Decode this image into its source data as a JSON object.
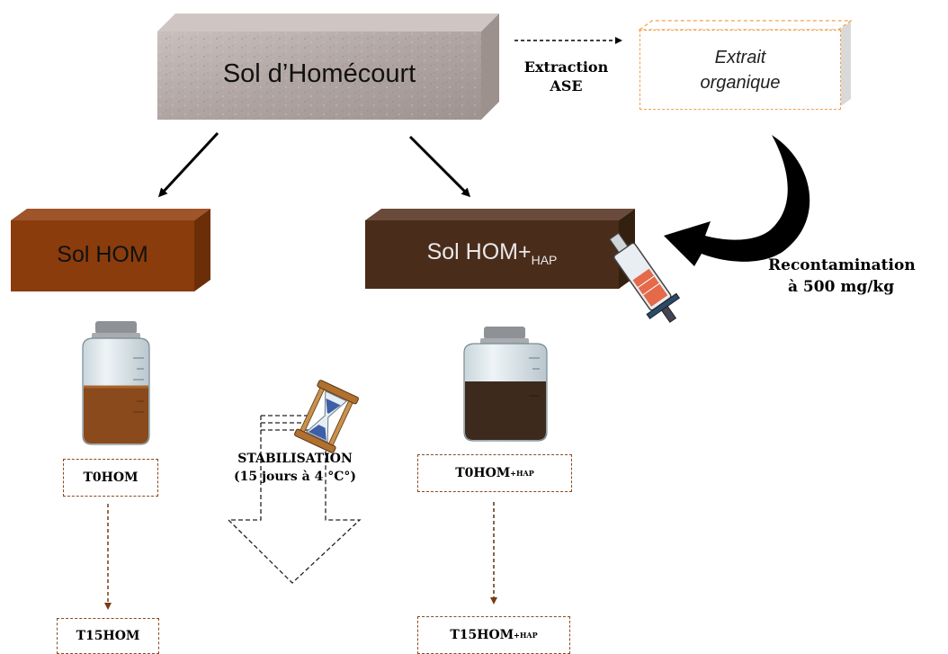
{
  "soil_source": {
    "label": "Sol d’Homécourt"
  },
  "extraction": {
    "line1": "Extraction",
    "line2": "ASE"
  },
  "extract": {
    "line1": "Extrait",
    "line2": "organique"
  },
  "recontamination": {
    "line1": "Recontamination",
    "line2": "à 500 mg/kg"
  },
  "sol_hom": {
    "label": "Sol HOM"
  },
  "sol_hom_hap": {
    "label": "Sol HOM+",
    "sub": "HAP"
  },
  "stabilisation": {
    "line1": "STABILISATION",
    "line2": "(15 jours à 4 °C°)"
  },
  "samples": {
    "t0_hom": "T0HOM",
    "t15_hom": "T15HOM",
    "t0_hom_hap": "T0HOM",
    "t0_hom_hap_sub": "+HAP",
    "t15_hom_hap": "T15HOM",
    "t15_hom_hap_sub": "+HAP"
  },
  "colors": {
    "sol_hom": "#8a3c0c",
    "sol_hom_hap": "#4a2c1a",
    "soil_photo": "#b7aca8",
    "extract_border": "#f0a050",
    "tag_border": "#8a4a1e"
  }
}
